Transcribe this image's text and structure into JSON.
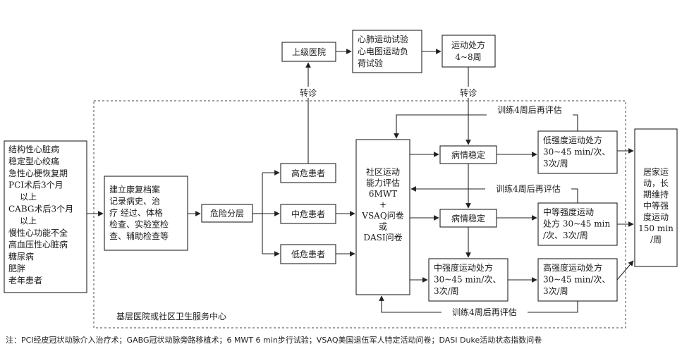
{
  "nodes": {
    "conditions": [
      "结构性心脏病",
      "稳定型心绞痛",
      "急性心梗恢复期",
      "PCI术后3个月",
      "以上",
      "CABG术后3个月",
      "以上",
      "慢性心功能不全",
      "高血压性心脏病",
      "糖尿病",
      "肥胖",
      "老年患者"
    ],
    "archive": [
      "建立康复档案",
      "记录病史、治",
      "疗 经过、体格",
      "检查、实验室检",
      "查、辅助检查等"
    ],
    "stratify": "危险分层",
    "high_risk": "高危患者",
    "mid_risk": "中危患者",
    "low_risk": "低危患者",
    "upper_hospital": "上级医院",
    "cpet": [
      "心肺运动试验",
      "心电图运动负",
      "荷试验"
    ],
    "upper_prescription": [
      "运动处方",
      "4~8周"
    ],
    "community_eval": [
      "社区运动",
      "能力评估",
      "",
      "6MWT",
      "+",
      "VSAQ问卷",
      "或",
      "DASI问卷"
    ],
    "stable_1": "病情稳定",
    "stable_2": "病情稳定",
    "low_prescription": [
      "低强度运动处方",
      "30~45 min/次、",
      "3次/周"
    ],
    "mid_prescription_1": [
      "中等强度运动",
      "处方 30~45 min",
      "/次、3次/周"
    ],
    "mid_prescription_2": [
      "中强度运动处方",
      "30~45 min/次、",
      "3次/周"
    ],
    "high_prescription": [
      "高强度运动处方",
      "30~45 min/次、",
      "3次/周"
    ],
    "home_exercise": [
      "居家运",
      "动，长",
      "期维持",
      "中等强",
      "度运动",
      "150 min",
      "/周"
    ]
  },
  "edge_labels": {
    "referral_1": "转诊",
    "referral_2": "转诊",
    "reassess_top": "训练4周后再评估",
    "reassess_mid": "训练4周后再评估",
    "reassess_bottom": "训练4周后再评估"
  },
  "region_label": "基层医院或社区卫生服务中心",
  "footnote": "注：PCI经皮冠状动脉介入治疗术；GABG冠状动脉旁路移植术；6 MWT 6 min步行试验；VSAQ美国退伍军人特定活动问卷；DASI Duke活动状态指数问卷"
}
